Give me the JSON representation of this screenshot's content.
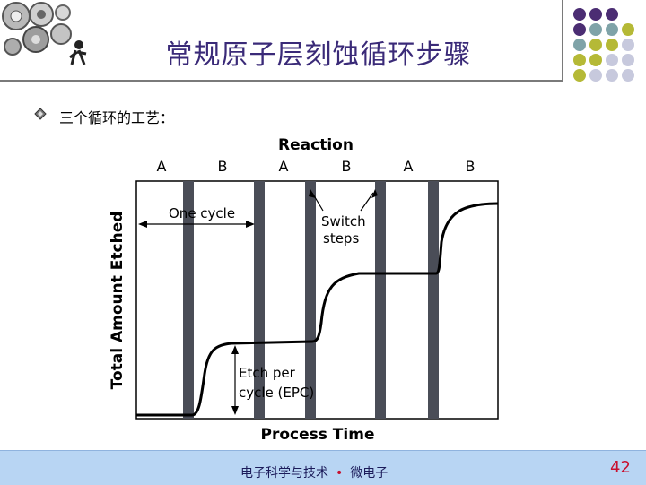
{
  "slide": {
    "title": "常规原子层刻蚀循环步骤",
    "bullet_text": "三个循环的工艺："
  },
  "figure": {
    "top_label": "Reaction",
    "steps": [
      "A",
      "B",
      "A",
      "B",
      "A",
      "B"
    ],
    "y_axis_label": "Total Amount Etched",
    "x_axis_label": "Process Time",
    "annotation_cycle": "One cycle",
    "annotation_switch_line1": "Switch",
    "annotation_switch_line2": "steps",
    "annotation_epc_line1": "Etch per",
    "annotation_epc_line2": "cycle (EPC)"
  },
  "footer": {
    "text_left": "电子科学与技术",
    "separator": "•",
    "text_right": "微电子",
    "page_number": "42"
  },
  "colors": {
    "title": "#3a2a78",
    "bar": "#4a4d57",
    "footer_bg": "#b8d5f3",
    "accent_red": "#c8102e",
    "dot_purple": "#4b2d73",
    "dot_teal": "#7fa3a8",
    "dot_olive": "#b5b936",
    "dot_lavender": "#c7c9dd"
  }
}
